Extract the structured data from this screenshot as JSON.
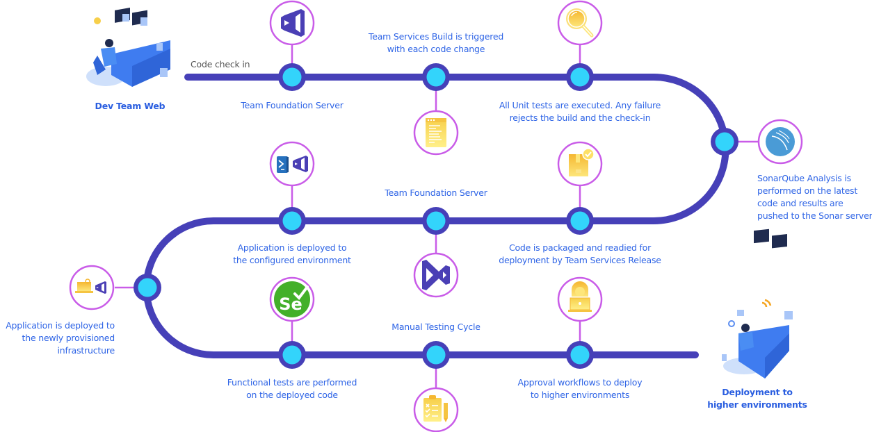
{
  "colors": {
    "track": "#4640b8",
    "node_fill": "#33d4fb",
    "icon_ring": "#c95ce8",
    "label": "#2e64e6",
    "muted_label": "#555555",
    "vs_purple": "#4a3fb5",
    "yellow": "#f7cf4a",
    "selenium_green": "#43b02a",
    "sonar_blue": "#4a9bd6",
    "powershell_blue": "#2671be"
  },
  "start": {
    "title": "Dev Team Web",
    "illustration": "developer-at-desk-illustration",
    "step_label": "Code check in"
  },
  "end": {
    "title_lines": [
      "Deployment to",
      "higher environments"
    ],
    "illustration": "deployment-developer-illustration"
  },
  "steps": [
    {
      "id": "tfs-checkin",
      "icon": "visual-studio-icon",
      "lines": [
        "Team Foundation Server"
      ]
    },
    {
      "id": "build-trigger",
      "icon": "code-document-icon",
      "lines": [
        "Team Services Build is triggered",
        "with each code change"
      ]
    },
    {
      "id": "unit-tests",
      "icon": "magnifier-icon",
      "lines": [
        "All Unit tests are executed. Any failure",
        "rejects the build and the check-in"
      ]
    },
    {
      "id": "sonarqube",
      "icon": "sonarqube-icon",
      "lines": [
        "SonarQube Analysis is",
        "performed on the latest",
        "code and results are",
        "pushed to the Sonar server"
      ]
    },
    {
      "id": "package",
      "icon": "package-check-icon",
      "lines": [
        "Code is packaged and readied for",
        "deployment by Team Services Release"
      ]
    },
    {
      "id": "tfs-release",
      "icon": "visual-studio-icon",
      "lines": [
        "Team Foundation Server"
      ]
    },
    {
      "id": "deploy-configured",
      "icon": "powershell-visual-studio-icon",
      "lines": [
        "Application is deployed to",
        "the configured environment"
      ]
    },
    {
      "id": "deploy-provisioned",
      "icon": "laptop-visual-studio-icon",
      "lines": [
        "Application is deployed to",
        "the newly provisioned",
        "infrastructure"
      ]
    },
    {
      "id": "functional-tests",
      "icon": "selenium-icon",
      "lines": [
        "Functional tests are performed",
        "on the deployed code"
      ]
    },
    {
      "id": "manual-testing",
      "icon": "checklist-icon",
      "lines": [
        "Manual Testing Cycle"
      ]
    },
    {
      "id": "approval",
      "icon": "approver-laptop-icon",
      "lines": [
        "Approval workflows to deploy",
        "to higher environments"
      ]
    }
  ]
}
